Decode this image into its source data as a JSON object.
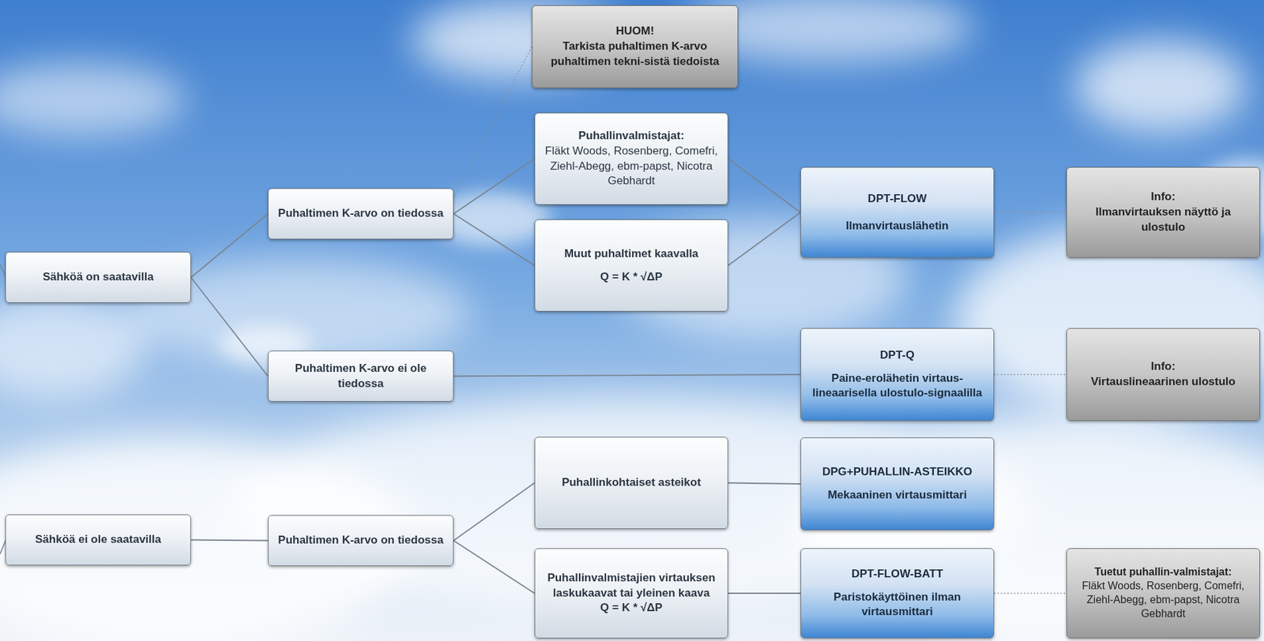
{
  "diagram": {
    "nodes": [
      {
        "text": [
          "Sähköä on saatavilla"
        ]
      },
      {
        "text": [
          "Puhaltimen K-arvo on tiedossa"
        ]
      },
      {
        "text": [
          "Puhaltimen K-arvo ei ole tiedossa"
        ]
      },
      {
        "text": [
          "HUOM!",
          "Tarkista puhaltimen K-arvo puhaltimen tekni-sistä tiedoista"
        ]
      },
      {
        "text": [
          "Puhallinvalmistajat:",
          "Fläkt Woods, Rosenberg, Comefri, Ziehl-Abegg, ebm-papst, Nicotra Gebhardt"
        ]
      },
      {
        "text": [
          "Muut puhaltimet kaavalla",
          "Q = K * √ΔP"
        ]
      },
      {
        "text": [
          "DPT-FLOW",
          "Ilmanvirtauslähetin"
        ]
      },
      {
        "text": [
          "Info:",
          "Ilmanvirtauksen näyttö ja ulostulo"
        ]
      },
      {
        "text": [
          "DPT-Q",
          "Paine-erolähetin virtaus-lineaarisella ulostulo-signaalilla"
        ]
      },
      {
        "text": [
          "Info:",
          "Virtauslineaarinen ulostulo"
        ]
      },
      {
        "text": [
          "Sähköä ei ole saatavilla"
        ]
      },
      {
        "text": [
          "Puhaltimen K-arvo on tiedossa"
        ]
      },
      {
        "text": [
          "Puhallinkohtaiset asteikot"
        ]
      },
      {
        "text": [
          "DPG+PUHALLIN-ASTEIKKO",
          "Mekaaninen virtausmittari"
        ]
      },
      {
        "text": [
          "Puhallinvalmistajien virtauksen laskukaavat tai yleinen kaava",
          "Q = K * √ΔP"
        ]
      },
      {
        "text": [
          "DPT-FLOW-BATT",
          "Paristokäyttöinen ilman virtausmittari"
        ]
      },
      {
        "text": [
          "Tuetut puhallin-valmistajat:",
          "Fläkt Woods, Rosenberg, Comefri, Ziehl-Abegg, ebm-papst, Nicotra Gebhardt"
        ]
      }
    ],
    "edges": [
      {
        "from": 0,
        "to": 1,
        "arrow": "none"
      },
      {
        "from": 0,
        "to": 2,
        "arrow": "none"
      },
      {
        "from": 1,
        "to": 3,
        "arrow": "none"
      },
      {
        "from": 1,
        "to": 4,
        "arrow": "none"
      },
      {
        "from": 1,
        "to": 5,
        "arrow": "none"
      },
      {
        "from": 4,
        "to": 6,
        "arrow": "none"
      },
      {
        "from": 5,
        "to": 6,
        "arrow": "none"
      },
      {
        "from": 6,
        "to": 7,
        "arrow": "none"
      },
      {
        "from": 2,
        "to": 8,
        "arrow": "none"
      },
      {
        "from": 8,
        "to": 9,
        "arrow": "none"
      },
      {
        "from": 10,
        "to": 11,
        "arrow": "none"
      },
      {
        "from": 11,
        "to": 12,
        "arrow": "none"
      },
      {
        "from": 11,
        "to": 14,
        "arrow": "none"
      },
      {
        "from": 12,
        "to": 13,
        "arrow": "none"
      },
      {
        "from": 14,
        "to": 15,
        "arrow": "none"
      },
      {
        "from": 15,
        "to": 16,
        "arrow": "none"
      }
    ]
  }
}
